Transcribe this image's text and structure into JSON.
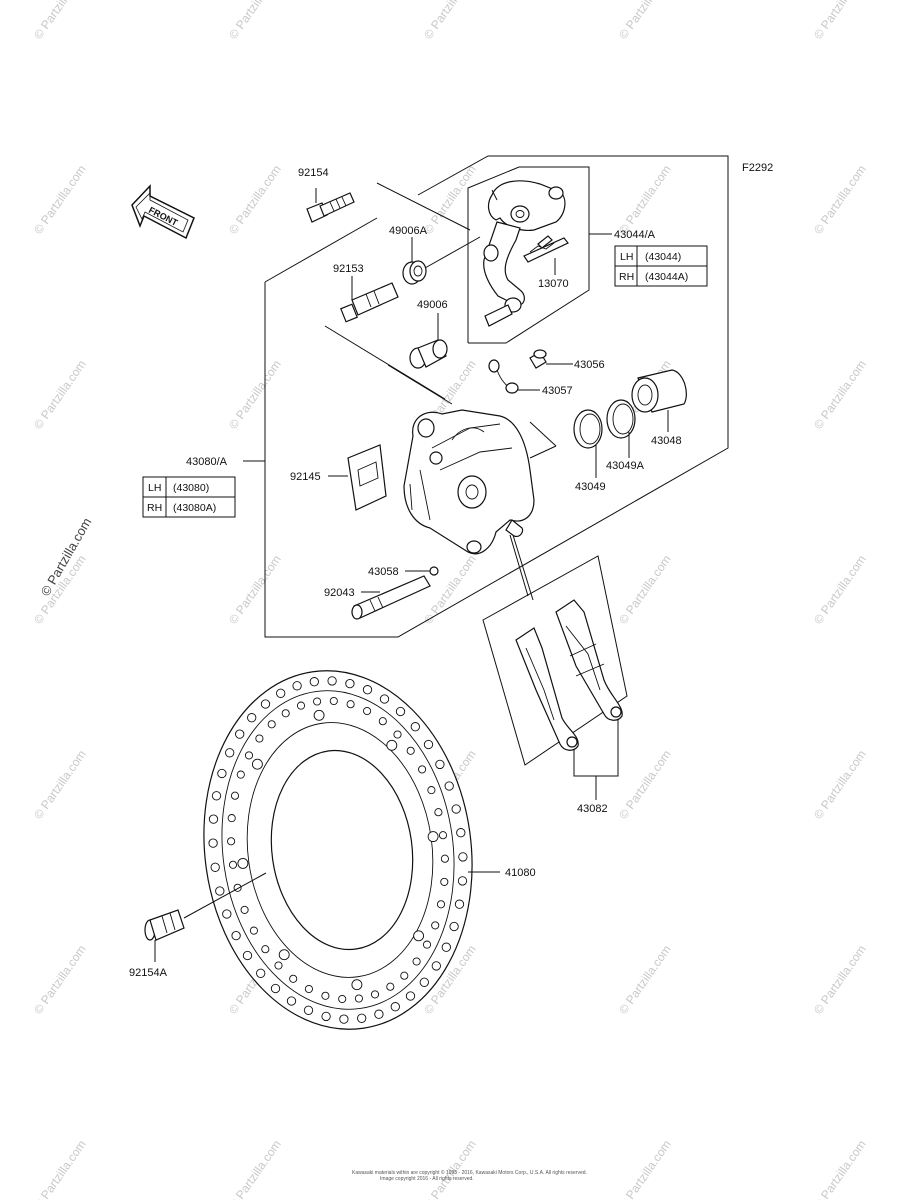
{
  "figure_code": "F2292",
  "front_label": "FRONT",
  "parts": {
    "bolt_top": "92154",
    "seal_a": "49006A",
    "pin": "92153",
    "seal": "49006",
    "bracket": "43044/A",
    "pad_spring": "13070",
    "bleeder": "43056",
    "bleeder_cap": "43057",
    "piston": "43048",
    "dust_seal": "43049A",
    "piston_seal": "43049",
    "caliper": "43080/A",
    "pad_retainer": "92145",
    "ball": "43058",
    "pad_pin": "92043",
    "pads": "43082",
    "disc": "41080",
    "bolt_disc": "92154A"
  },
  "bracket_table": {
    "lh_side": "LH",
    "lh_part": "(43044)",
    "rh_side": "RH",
    "rh_part": "(43044A)"
  },
  "caliper_table": {
    "lh_side": "LH",
    "lh_part": "(43080)",
    "rh_side": "RH",
    "rh_part": "(43080A)"
  },
  "watermark": "© Partzilla.com",
  "copyright": {
    "line1": "Kawasaki materials within are copyright © 1995 - 2016, Kawasaki Motors Corp., U.S.A. All rights reserved.",
    "line2": "Image copyright 2016 - All rights reserved."
  }
}
